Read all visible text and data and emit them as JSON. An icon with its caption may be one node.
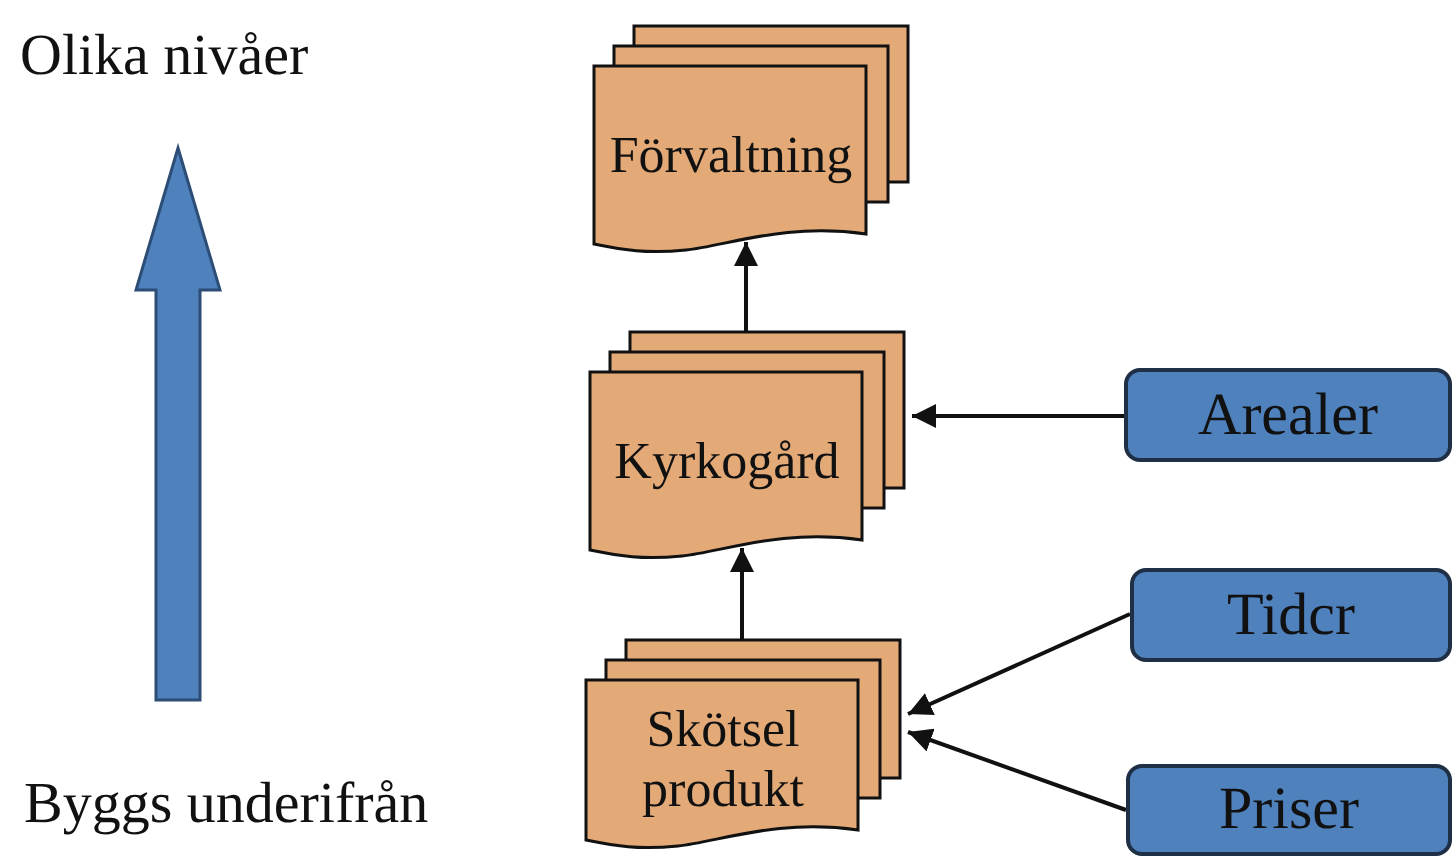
{
  "diagram": {
    "nodes": [
      {
        "text": [
          "Förvaltning"
        ]
      },
      {
        "text": [
          "Kyrkogård"
        ]
      },
      {
        "text": [
          "Arealer"
        ]
      },
      {
        "text": [
          "Tidcr"
        ]
      },
      {
        "text": [
          "Skötsel produkt"
        ]
      },
      {
        "text": [
          "Priser"
        ]
      }
    ],
    "edges": [
      {
        "from": 1,
        "to": 0,
        "arrow": "to"
      },
      {
        "from": 2,
        "to": 1,
        "arrow": "to"
      },
      {
        "from": 4,
        "to": 1,
        "arrow": "to"
      },
      {
        "from": 3,
        "to": 4,
        "arrow": "to"
      },
      {
        "from": 5,
        "to": 4,
        "arrow": "to"
      }
    ],
    "labels": [
      "Olika nivåer",
      "Byggs underifrån"
    ]
  }
}
